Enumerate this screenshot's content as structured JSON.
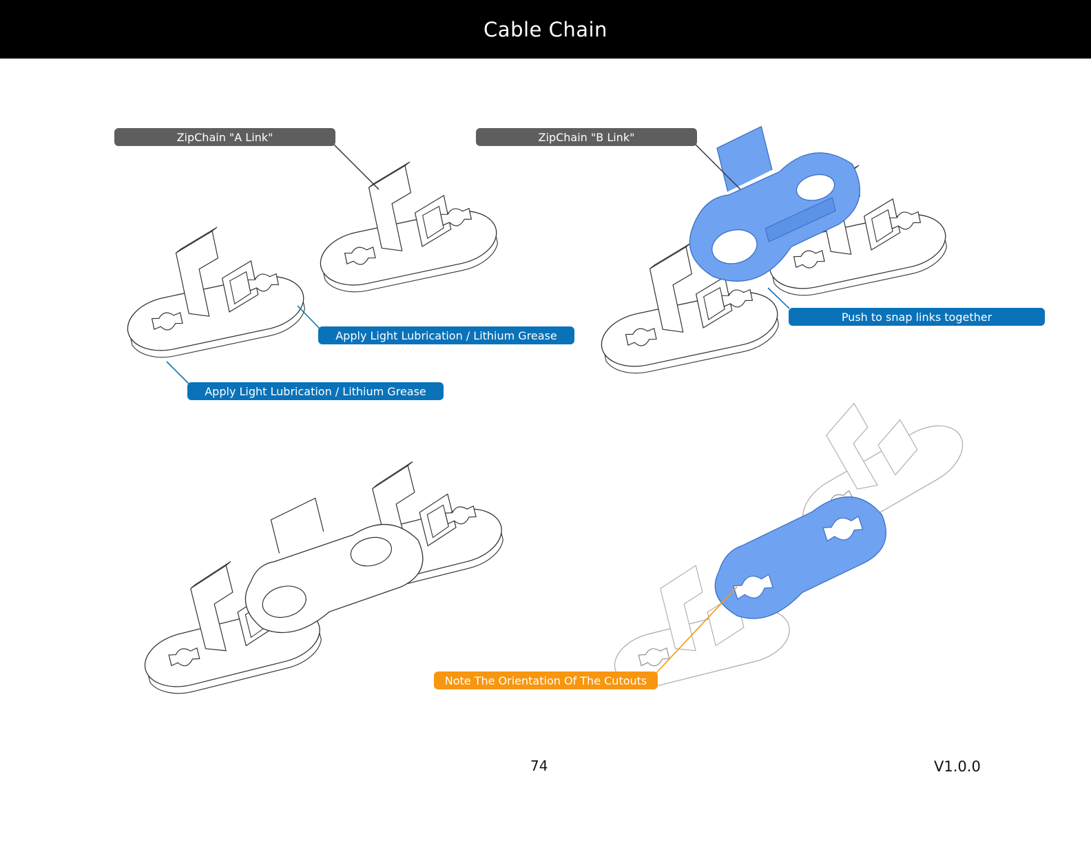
{
  "page": {
    "title": "Cable Chain",
    "page_number": "74",
    "version": "V1.0.0"
  },
  "labels": {
    "a_link": "ZipChain \"A Link\"",
    "b_link": "ZipChain \"B Link\"",
    "lube_1": "Apply Light Lubrication / Lithium Grease",
    "lube_2": "Apply Light Lubrication / Lithium Grease",
    "push": "Push to snap links together",
    "orientation": "Note The Orientation Of The Cutouts"
  },
  "colors": {
    "header_bg": "#000000",
    "callout_grey": "#5e5e5e",
    "callout_blue": "#0a72b9",
    "callout_orange": "#f7960f",
    "highlight_part": "#6fa3f2"
  }
}
